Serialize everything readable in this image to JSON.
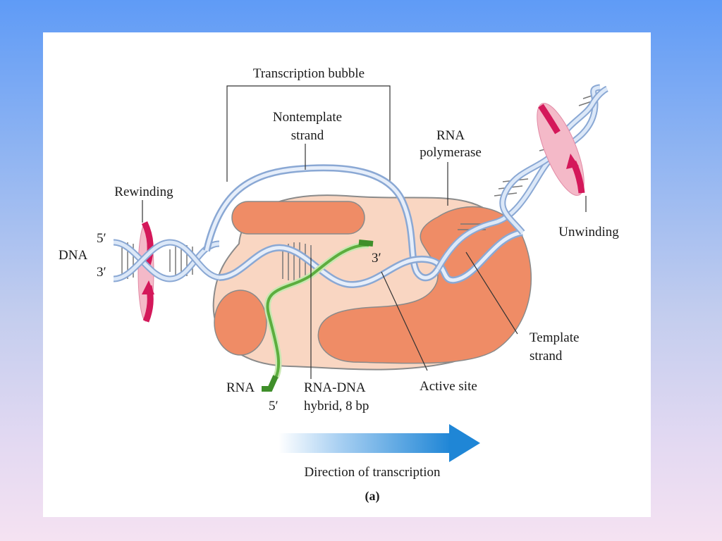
{
  "labels": {
    "transcription_bubble": "Transcription bubble",
    "nontemplate_strand": [
      "Nontemplate",
      "strand"
    ],
    "rna_polymerase": [
      "RNA",
      "polymerase"
    ],
    "rewinding": "Rewinding",
    "unwinding": "Unwinding",
    "dna": "DNA",
    "five_prime_left": "5′",
    "three_prime_left": "3′",
    "three_prime_rna": "3′",
    "template_strand": [
      "Template",
      "strand"
    ],
    "rna": "RNA",
    "five_prime_rna": "5′",
    "rna_dna_hybrid": [
      "RNA-DNA",
      "hybrid, 8 bp"
    ],
    "active_site": "Active site",
    "direction": "Direction of transcription",
    "panel_letter": "(a)"
  },
  "colors": {
    "dna_strand": "#a9c4e8",
    "enzyme_body": "#f9d6c2",
    "enzyme_subunit": "#ef8c66",
    "rna": "#5cae3e",
    "rotation_arrow": "#d4185a",
    "direction_arrow": "#1f7fd0"
  }
}
